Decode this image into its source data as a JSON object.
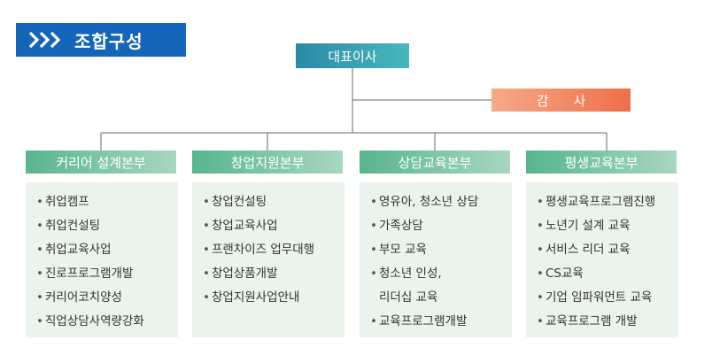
{
  "header": {
    "title": "조합구성",
    "icon": "triple-chevron-right-icon"
  },
  "org": {
    "ceo": "대표이사",
    "audit": "감사",
    "departments": [
      {
        "name": "커리어 설계본부",
        "items": [
          "취업캠프",
          "취업컨설팅",
          "취업교육사업",
          "진로프로그램개발",
          "커리어코치양성",
          "직업상담사역량강화"
        ]
      },
      {
        "name": "창업지원본부",
        "items": [
          "창업컨설팅",
          "창업교육사업",
          "프랜차이즈 업무대행",
          "창업상품개발",
          "창업지원사업안내"
        ]
      },
      {
        "name": "상담교육본부",
        "items": [
          "영유아, 청소년 상담",
          "가족상담",
          "부모 교육",
          "청소년 인성,",
          "리더십 교육",
          "교육프로그램개발"
        ]
      },
      {
        "name": "평생교육본부",
        "items": [
          "평생교육프로그램진행",
          "노년기 설계 교육",
          "서비스 리더 교육",
          "CS교육",
          "기업 임파워먼트 교육",
          "교육프로그램 개발"
        ]
      }
    ]
  },
  "colors": {
    "title_badge": "#1565b8",
    "ceo_node": "#2a8aa6",
    "audit_node": "#ef6f4a",
    "dept_node": "#58b58e",
    "box_bg": "#eaf3ec",
    "connector": "#666666"
  }
}
